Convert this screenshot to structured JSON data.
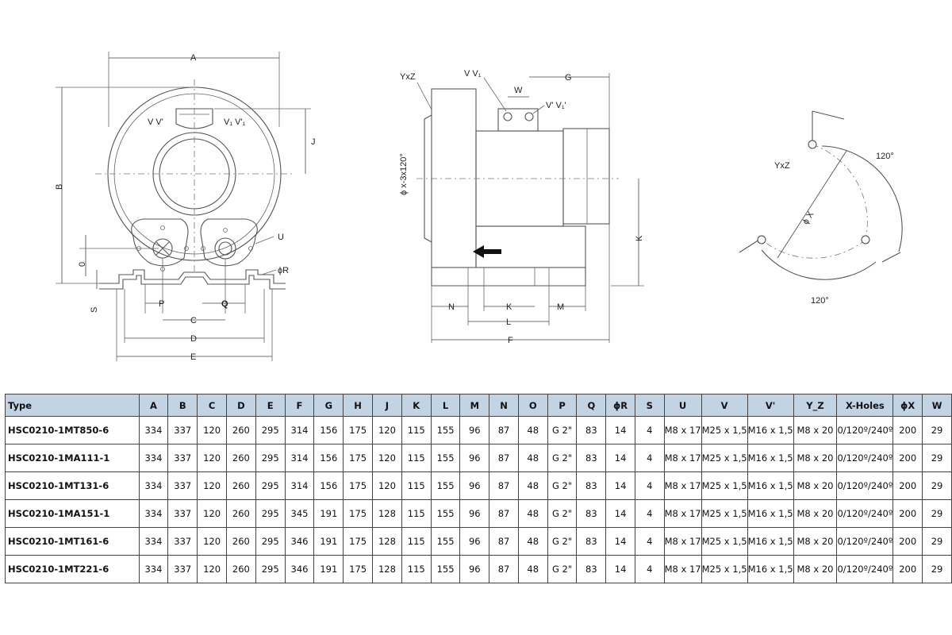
{
  "drawing": {
    "labels": {
      "A": "A",
      "B": "B",
      "J": "J",
      "vv_top_left": "V V'",
      "vv_top_right": "V₁ V'₁",
      "U": "U",
      "phiR": "ϕR",
      "zero": "0",
      "S": "S",
      "P": "P",
      "Q": "Q",
      "C": "C",
      "D": "D",
      "E": "E",
      "YxZ": "YxZ",
      "VV1": "V V₁",
      "W": "W",
      "G": "G",
      "VpV1p": "V' V₁'",
      "phix_side": "ϕ x-3x120°",
      "K_side": "K",
      "N": "N",
      "K": "K",
      "M": "M",
      "L": "L",
      "F": "F",
      "YxZ_circle": "YxZ",
      "phiX": "ϕ X",
      "deg120_top": "120°",
      "deg120_bottom": "120°"
    }
  },
  "table": {
    "headers": [
      "Type",
      "A",
      "B",
      "C",
      "D",
      "E",
      "F",
      "G",
      "H",
      "J",
      "K",
      "L",
      "M",
      "N",
      "O",
      "P",
      "Q",
      "ϕR",
      "S",
      "U",
      "V",
      "V'",
      "Y_Z",
      "X-Holes",
      "ϕX",
      "W"
    ],
    "rows": [
      [
        "HSC0210-1MT850-6",
        "334",
        "337",
        "120",
        "260",
        "295",
        "314",
        "156",
        "175",
        "120",
        "115",
        "155",
        "96",
        "87",
        "48",
        "G 2\"",
        "83",
        "14",
        "4",
        "M8 x 17",
        "M25 x 1,5",
        "M16 x 1,5",
        "M8 x 20",
        "0/120º/240º",
        "200",
        "29"
      ],
      [
        "HSC0210-1MA111-1",
        "334",
        "337",
        "120",
        "260",
        "295",
        "314",
        "156",
        "175",
        "120",
        "115",
        "155",
        "96",
        "87",
        "48",
        "G 2\"",
        "83",
        "14",
        "4",
        "M8 x 17",
        "M25 x 1,5",
        "M16 x 1,5",
        "M8 x 20",
        "0/120º/240º",
        "200",
        "29"
      ],
      [
        "HSC0210-1MT131-6",
        "334",
        "337",
        "120",
        "260",
        "295",
        "314",
        "156",
        "175",
        "120",
        "115",
        "155",
        "96",
        "87",
        "48",
        "G 2\"",
        "83",
        "14",
        "4",
        "M8 x 17",
        "M25 x 1,5",
        "M16 x 1,5",
        "M8 x 20",
        "0/120º/240º",
        "200",
        "29"
      ],
      [
        "HSC0210-1MA151-1",
        "334",
        "337",
        "120",
        "260",
        "295",
        "345",
        "191",
        "175",
        "128",
        "115",
        "155",
        "96",
        "87",
        "48",
        "G 2\"",
        "83",
        "14",
        "4",
        "M8 x 17",
        "M25 x 1,5",
        "M16 x 1,5",
        "M8 x 20",
        "0/120º/240º",
        "200",
        "29"
      ],
      [
        "HSC0210-1MT161-6",
        "334",
        "337",
        "120",
        "260",
        "295",
        "346",
        "191",
        "175",
        "128",
        "115",
        "155",
        "96",
        "87",
        "48",
        "G 2\"",
        "83",
        "14",
        "4",
        "M8 x 17",
        "M25 x 1,5",
        "M16 x 1,5",
        "M8 x 20",
        "0/120º/240º",
        "200",
        "29"
      ],
      [
        "HSC0210-1MT221-6",
        "334",
        "337",
        "120",
        "260",
        "295",
        "346",
        "191",
        "175",
        "128",
        "115",
        "155",
        "96",
        "87",
        "48",
        "G 2\"",
        "83",
        "14",
        "4",
        "M8 x 17",
        "M25 x 1,5",
        "M16 x 1,5",
        "M8 x 20",
        "0/120º/240º",
        "200",
        "29"
      ]
    ]
  }
}
